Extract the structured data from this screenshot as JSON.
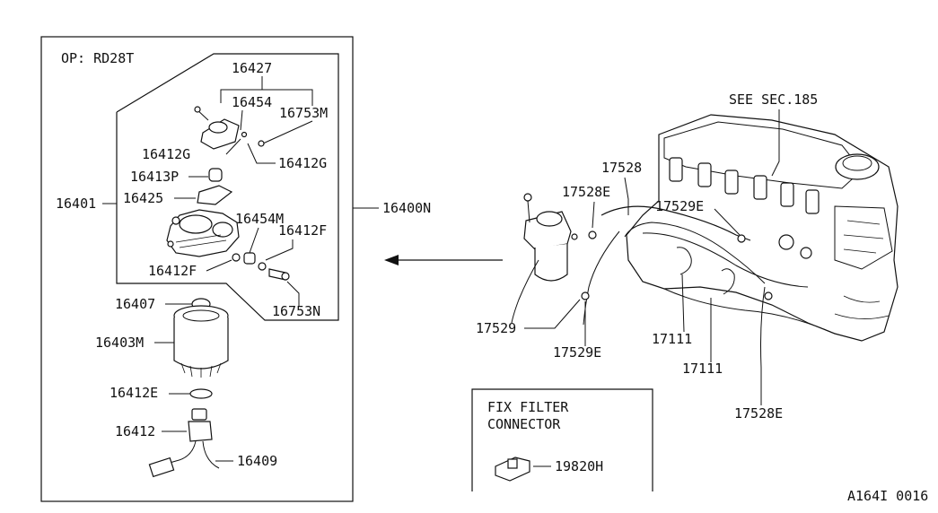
{
  "option_label": "OP: RD28T",
  "see_section": "SEE SEC.185",
  "fix_filter": {
    "title_line1": "FIX FILTER",
    "title_line2": "CONNECTOR",
    "part": "19820H"
  },
  "diagram_id": "A164I 0016",
  "callouts": {
    "p16427": "16427",
    "p16454": "16454",
    "p16753M": "16753M",
    "p16412G_a": "16412G",
    "p16412G_b": "16412G",
    "p16413P": "16413P",
    "p16425": "16425",
    "p16401": "16401",
    "p16400N": "16400N",
    "p16454M": "16454M",
    "p16412F_a": "16412F",
    "p16412F_b": "16412F",
    "p16753N": "16753N",
    "p16407": "16407",
    "p16403M": "16403M",
    "p16412E": "16412E",
    "p16412": "16412",
    "p16409": "16409",
    "p17528": "17528",
    "p17528E_a": "17528E",
    "p17529E_a": "17529E",
    "p17529": "17529",
    "p17529E_b": "17529E",
    "p17111_a": "17111",
    "p17111_b": "17111",
    "p17528E_b": "17528E"
  }
}
